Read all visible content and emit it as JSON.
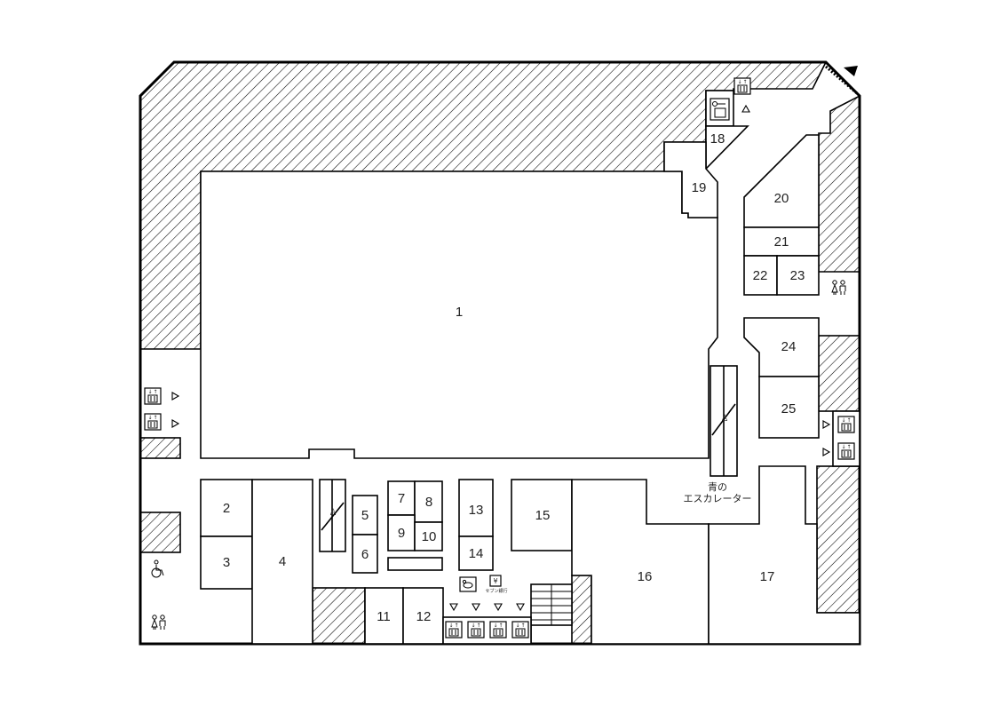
{
  "floor_plan": {
    "room_labels": {
      "r1": "1",
      "r2": "2",
      "r3": "3",
      "r4": "4",
      "r5": "5",
      "r6": "6",
      "r7": "7",
      "r8": "8",
      "r9": "9",
      "r10": "10",
      "r11": "11",
      "r12": "12",
      "r13": "13",
      "r14": "14",
      "r15": "15",
      "r16": "16",
      "r17": "17",
      "r18": "18",
      "r19": "19",
      "r20": "20",
      "r21": "21",
      "r22": "22",
      "r23": "23",
      "r24": "24",
      "r25": "25"
    },
    "escalator_label_line1": "青の",
    "escalator_label_line2": "エスカレーター",
    "atm_label": "セブン銀行",
    "icons": [
      "elevator-icon",
      "locker-icon",
      "restroom-icon",
      "accessible-restroom-icon",
      "baby-care-icon",
      "atm-icon",
      "escalator-icon",
      "stairs-icon",
      "entrance-arrow-icon"
    ]
  }
}
